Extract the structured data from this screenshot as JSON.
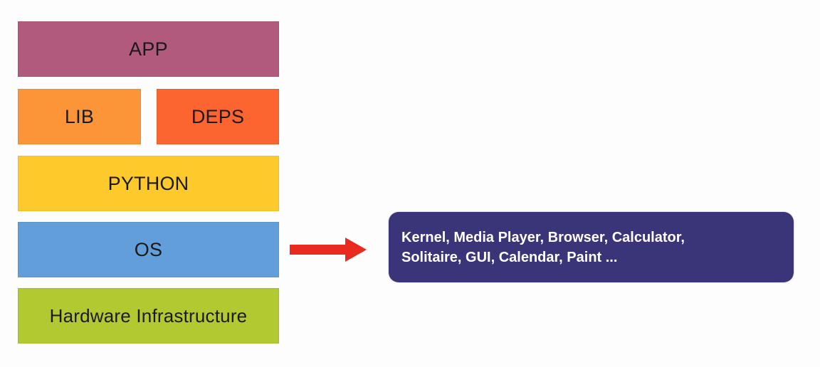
{
  "layers": {
    "app": {
      "label": "APP",
      "color": "#b15a7e"
    },
    "lib": {
      "label": "LIB",
      "color": "#fc9537"
    },
    "deps": {
      "label": "DEPS",
      "color": "#fc6430"
    },
    "python": {
      "label": "PYTHON",
      "color": "#fdc92b"
    },
    "os": {
      "label": "OS",
      "color": "#629ed9"
    },
    "hardware": {
      "label": "Hardware Infrastructure",
      "color": "#b2c931"
    }
  },
  "arrow": {
    "icon": "right-arrow-icon",
    "color": "#ea2a1f"
  },
  "callout": {
    "lines": [
      "Kernel, Media Player, Browser, Calculator,",
      "Solitaire, GUI, Calendar, Paint ..."
    ],
    "color": "#3a3478"
  }
}
